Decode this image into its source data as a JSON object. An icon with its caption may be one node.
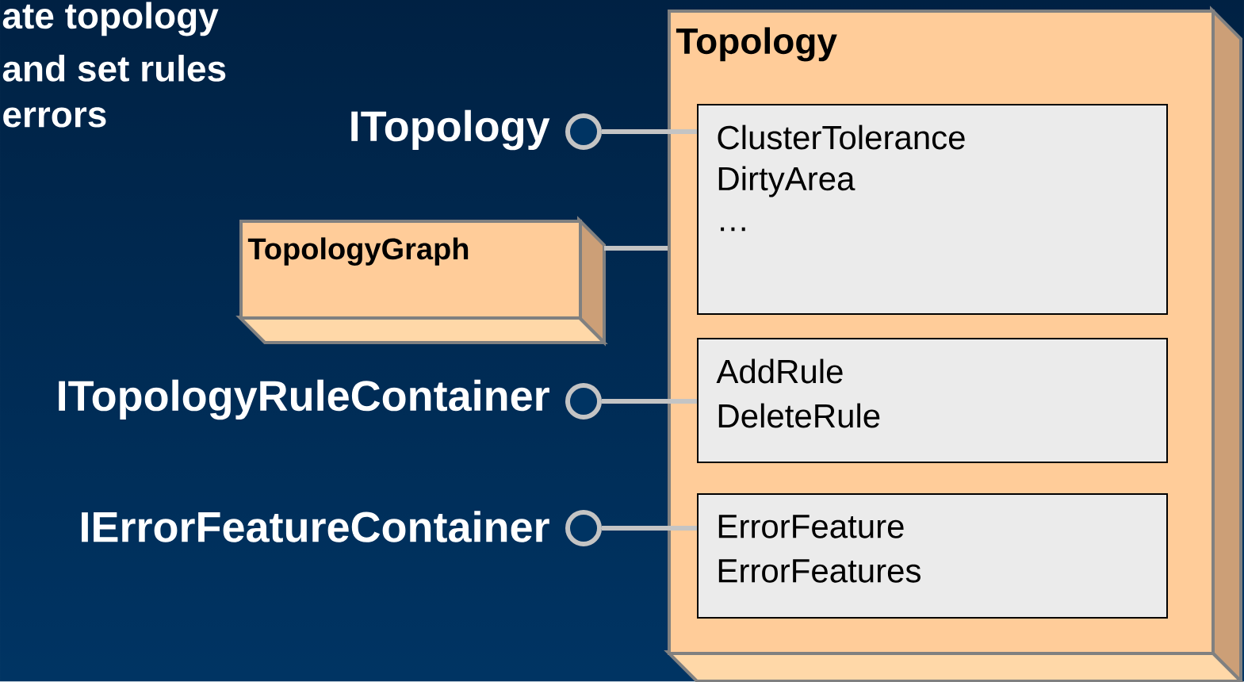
{
  "diagram": {
    "nodes": [
      {
        "text": [
          "Topology"
        ]
      },
      {
        "text": [
          "ClusterTolerance",
          "DirtyArea",
          "…"
        ],
        "in": 0
      },
      {
        "text": [
          "AddRule",
          "DeleteRule"
        ],
        "in": 0
      },
      {
        "text": [
          "ErrorFeature",
          "ErrorFeatures"
        ],
        "in": 0
      },
      {
        "text": [
          "TopologyGraph"
        ]
      },
      {
        "text": [],
        "shape": "circle",
        "beside": [
          "ITopology"
        ]
      },
      {
        "text": [],
        "shape": "circle",
        "beside": [
          "ITopologyRuleContainer"
        ]
      },
      {
        "text": [],
        "shape": "circle",
        "beside": [
          "IErrorFeatureContainer"
        ]
      }
    ],
    "edges": [
      {
        "from": 5,
        "to": 1,
        "arrow": "none"
      },
      {
        "from": 4,
        "to": 0,
        "arrow": "none"
      },
      {
        "from": 6,
        "to": 2,
        "arrow": "none"
      },
      {
        "from": 7,
        "to": 3,
        "arrow": "none"
      }
    ],
    "labels": [
      "ate topology",
      "and set rules",
      "errors"
    ]
  }
}
